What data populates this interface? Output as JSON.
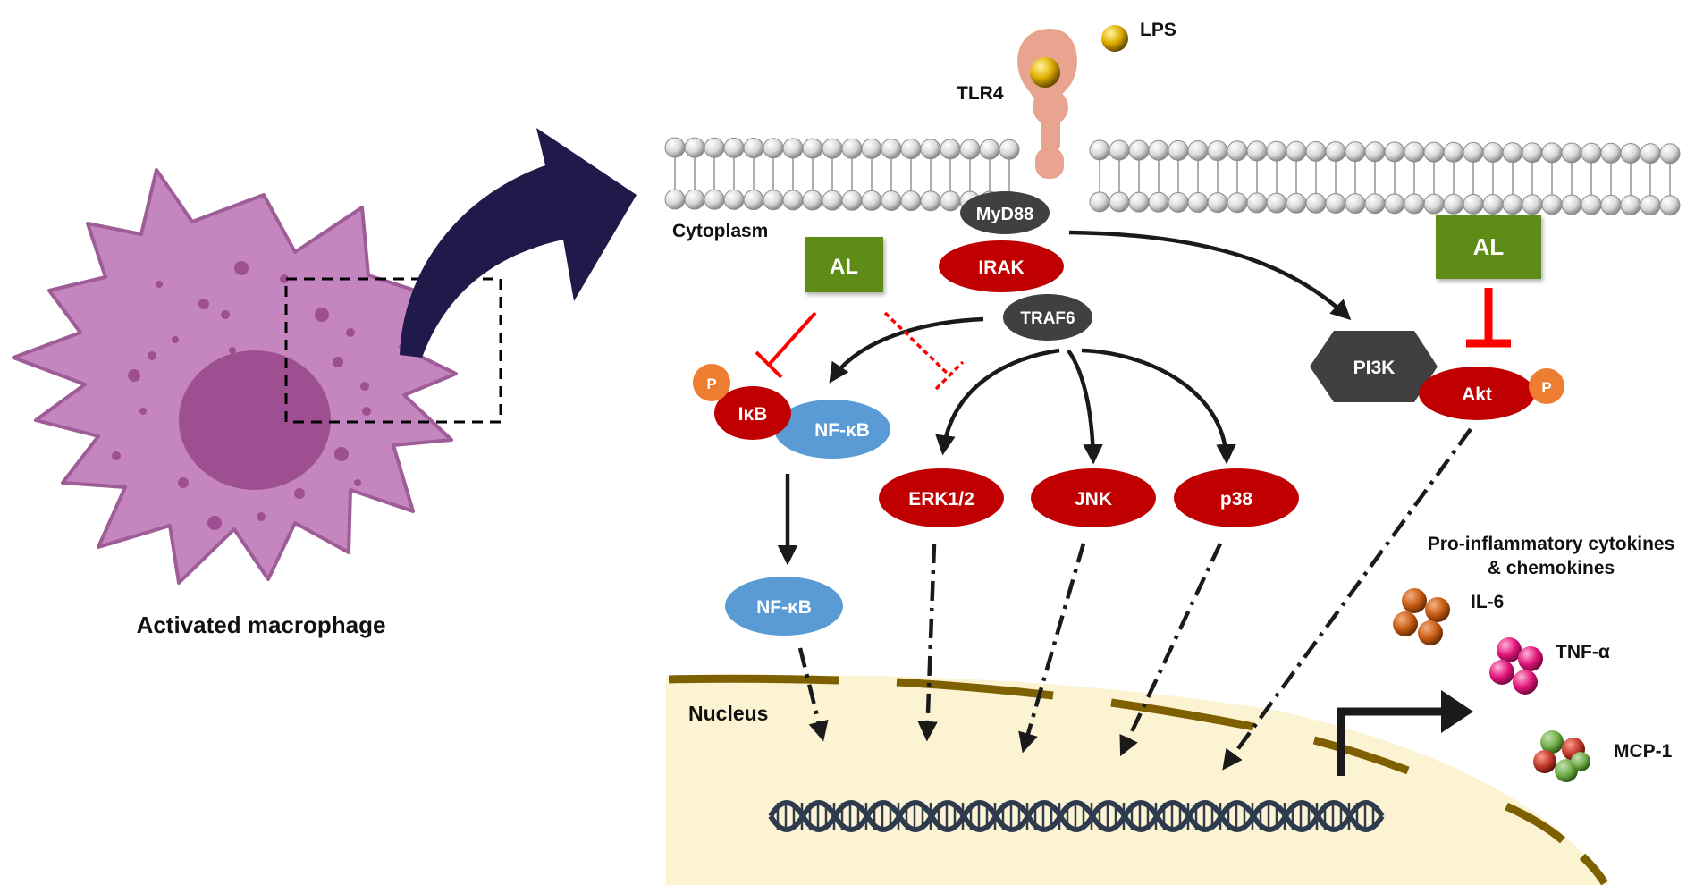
{
  "labels": {
    "cell": "Activated macrophage",
    "lps": "LPS",
    "tlr4": "TLR4",
    "cytoplasm": "Cytoplasm",
    "nucleus": "Nucleus"
  },
  "nodes": {
    "myd88": "MyD88",
    "irak": "IRAK",
    "traf6": "TRAF6",
    "al_left": "AL",
    "al_right": "AL",
    "p_ikb": "P",
    "ikb": "IκB",
    "nfkb_complex": "NF-κB",
    "nfkb_nuclear": "NF-κB",
    "erk": "ERK1/2",
    "jnk": "JNK",
    "p38": "p38",
    "pi3k": "PI3K",
    "akt": "Akt",
    "p_akt": "P"
  },
  "cytokines": {
    "heading_line1": "Pro-inflammatory cytokines",
    "heading_line2": "& chemokines",
    "il6": "IL-6",
    "tnf": "TNF-α",
    "mcp1": "MCP-1"
  },
  "colors": {
    "macrophage": "#c586bf",
    "nucleus_cell": "#9e4f92",
    "red_node": "#c00000",
    "dark_node": "#404040",
    "blue_node": "#5b9bd5",
    "al_box": "#5e8c12",
    "phospho": "#ed7d31",
    "nucleus_fill": "#fbf3d2",
    "envelope": "#7f6000",
    "inhibit": "#ff0000",
    "big_arrow": "#1f1a4a",
    "il6": "#c55a11",
    "tnf": "#e0147a",
    "mcp1": "#70ad47"
  }
}
